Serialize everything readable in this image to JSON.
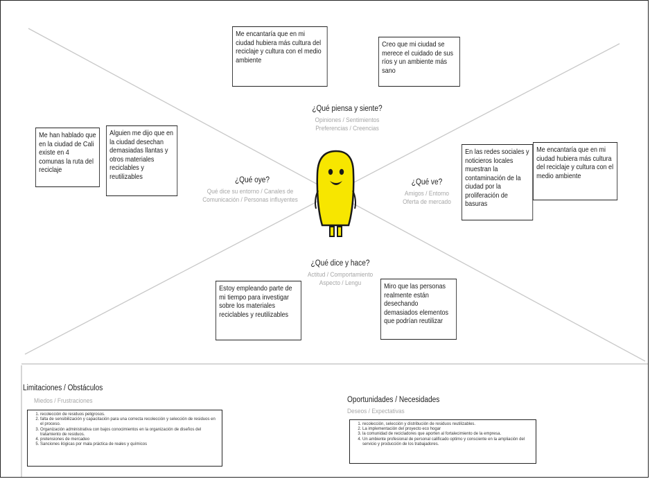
{
  "quadrants": {
    "piensa": {
      "title": "¿Qué piensa y siente?",
      "subtitle": "Opiniones / Sentimientos\nPreferencias / Creencias"
    },
    "oye": {
      "title": "¿Qué oye?",
      "subtitle": "Qué dice su entorno / Canales de\nComunicación / Personas influyentes"
    },
    "ve": {
      "title": "¿Qué ve?",
      "subtitle": "Amigos / Entorno\nOferta de mercado"
    },
    "dice": {
      "title": "¿Qué dice y hace?",
      "subtitle": "Actitud / Comportamiento\nAspecto / Lengu"
    }
  },
  "notes": {
    "piensa_1": "Me encantaría que en mi ciudad hubiera más cultura del reciclaje y cultura con el medio ambiente",
    "piensa_2": "Creo que mi ciudad se merece el cuidado de sus ríos y un ambiente más sano",
    "oye_1": "Me han hablado que en la ciudad de Cali existe en 4 comunas la ruta del reciclaje",
    "oye_2": "Alguien me dijo que en la ciudad desechan demasiadas llantas y otros materiales reciclables y reutilizables",
    "ve_1": "En las redes sociales y noticieros locales muestran la contaminación de la ciudad por la proliferación de basuras",
    "ve_2": "Me encantaría que en mi ciudad hubiera más cultura del reciclaje y cultura con el medio ambiente",
    "dice_1": "Estoy empleando parte de mi tiempo para investigar sobre los materiales reciclables y reutilizables",
    "dice_2": "Miro que las personas realmente están desechando demasiados elementos que podrían reutilizar"
  },
  "limitaciones": {
    "title": "Limitaciones / Obstáculos",
    "subtitle": "Miedos / Frustraciones",
    "items": [
      "recolección de residuos peligrosos.",
      "falta de sensibilización y capacitación para una correcta recolección y selección de residuos en el proceso.",
      "Organización administrativa con bajos conocimientos en la organización de diseños del tratamiento de residuos.",
      "pretensiones de mercadeo",
      "Sanciones ilógicas por mala práctica de reales y químicos"
    ]
  },
  "oportunidades": {
    "title": "Oportunidades / Necesidades",
    "subtitle": "Deseos / Expectativas",
    "items": [
      "recolección, selección y distribución de residuos reutilizables.",
      "La implementación del proyecto eco hogar",
      "la comunidad de recicladores que aporten al fortalecimiento de la empresa.",
      "Un ambiente profesional de personal calificado optimo y consciente en la ampliación del servicio y producción de los trabajadores."
    ]
  },
  "character": {
    "icon": "smiling-yellow-character-icon",
    "body_color": "#f7e600",
    "outline_color": "#1a1a1a"
  },
  "colors": {
    "lines": "#c8c8c8",
    "subtitle": "#a6a6a6",
    "border": "#222222"
  }
}
